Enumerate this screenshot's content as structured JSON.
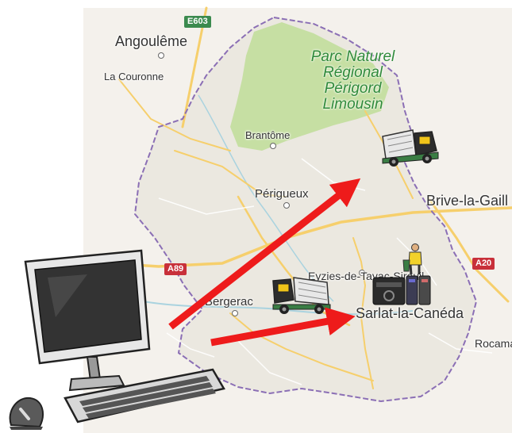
{
  "map": {
    "towns": [
      {
        "id": "angouleme",
        "name": "Angoulême"
      },
      {
        "id": "la-couronne",
        "name": "La Couronne"
      },
      {
        "id": "brantome",
        "name": "Brantôme"
      },
      {
        "id": "perigueux",
        "name": "Périgueux"
      },
      {
        "id": "brive",
        "name": "Brive-la-Gaill"
      },
      {
        "id": "eyzies",
        "name": "Eyzies-de-Tayac-Sireuil"
      },
      {
        "id": "bergerac",
        "name": "Bergerac"
      },
      {
        "id": "sarlat",
        "name": "Sarlat-la-Canéda"
      },
      {
        "id": "rocamadour",
        "name": "Rocama"
      }
    ],
    "park": {
      "line1": "Parc Naturel",
      "line2": "Régional",
      "line3": "Périgord",
      "line4": "Limousin"
    },
    "roads": {
      "e603": "E603",
      "a89": "A89",
      "a20": "A20"
    },
    "colors": {
      "land": "#ebe8e0",
      "outside": "#f4f1ec",
      "park": "#c6dfa3",
      "road": "#f6cf6c",
      "border": "#8b6fb5",
      "arrow": "#ee1b1b"
    }
  },
  "illustrations": [
    {
      "id": "computer",
      "icon": "desktop-computer-icon"
    },
    {
      "id": "mouse",
      "icon": "computer-mouse-icon"
    },
    {
      "id": "truck-north",
      "icon": "garbage-truck-icon"
    },
    {
      "id": "truck-south",
      "icon": "garbage-truck-icon"
    },
    {
      "id": "worker",
      "icon": "waste-worker-icon"
    },
    {
      "id": "bins",
      "icon": "waste-bins-icon"
    }
  ]
}
